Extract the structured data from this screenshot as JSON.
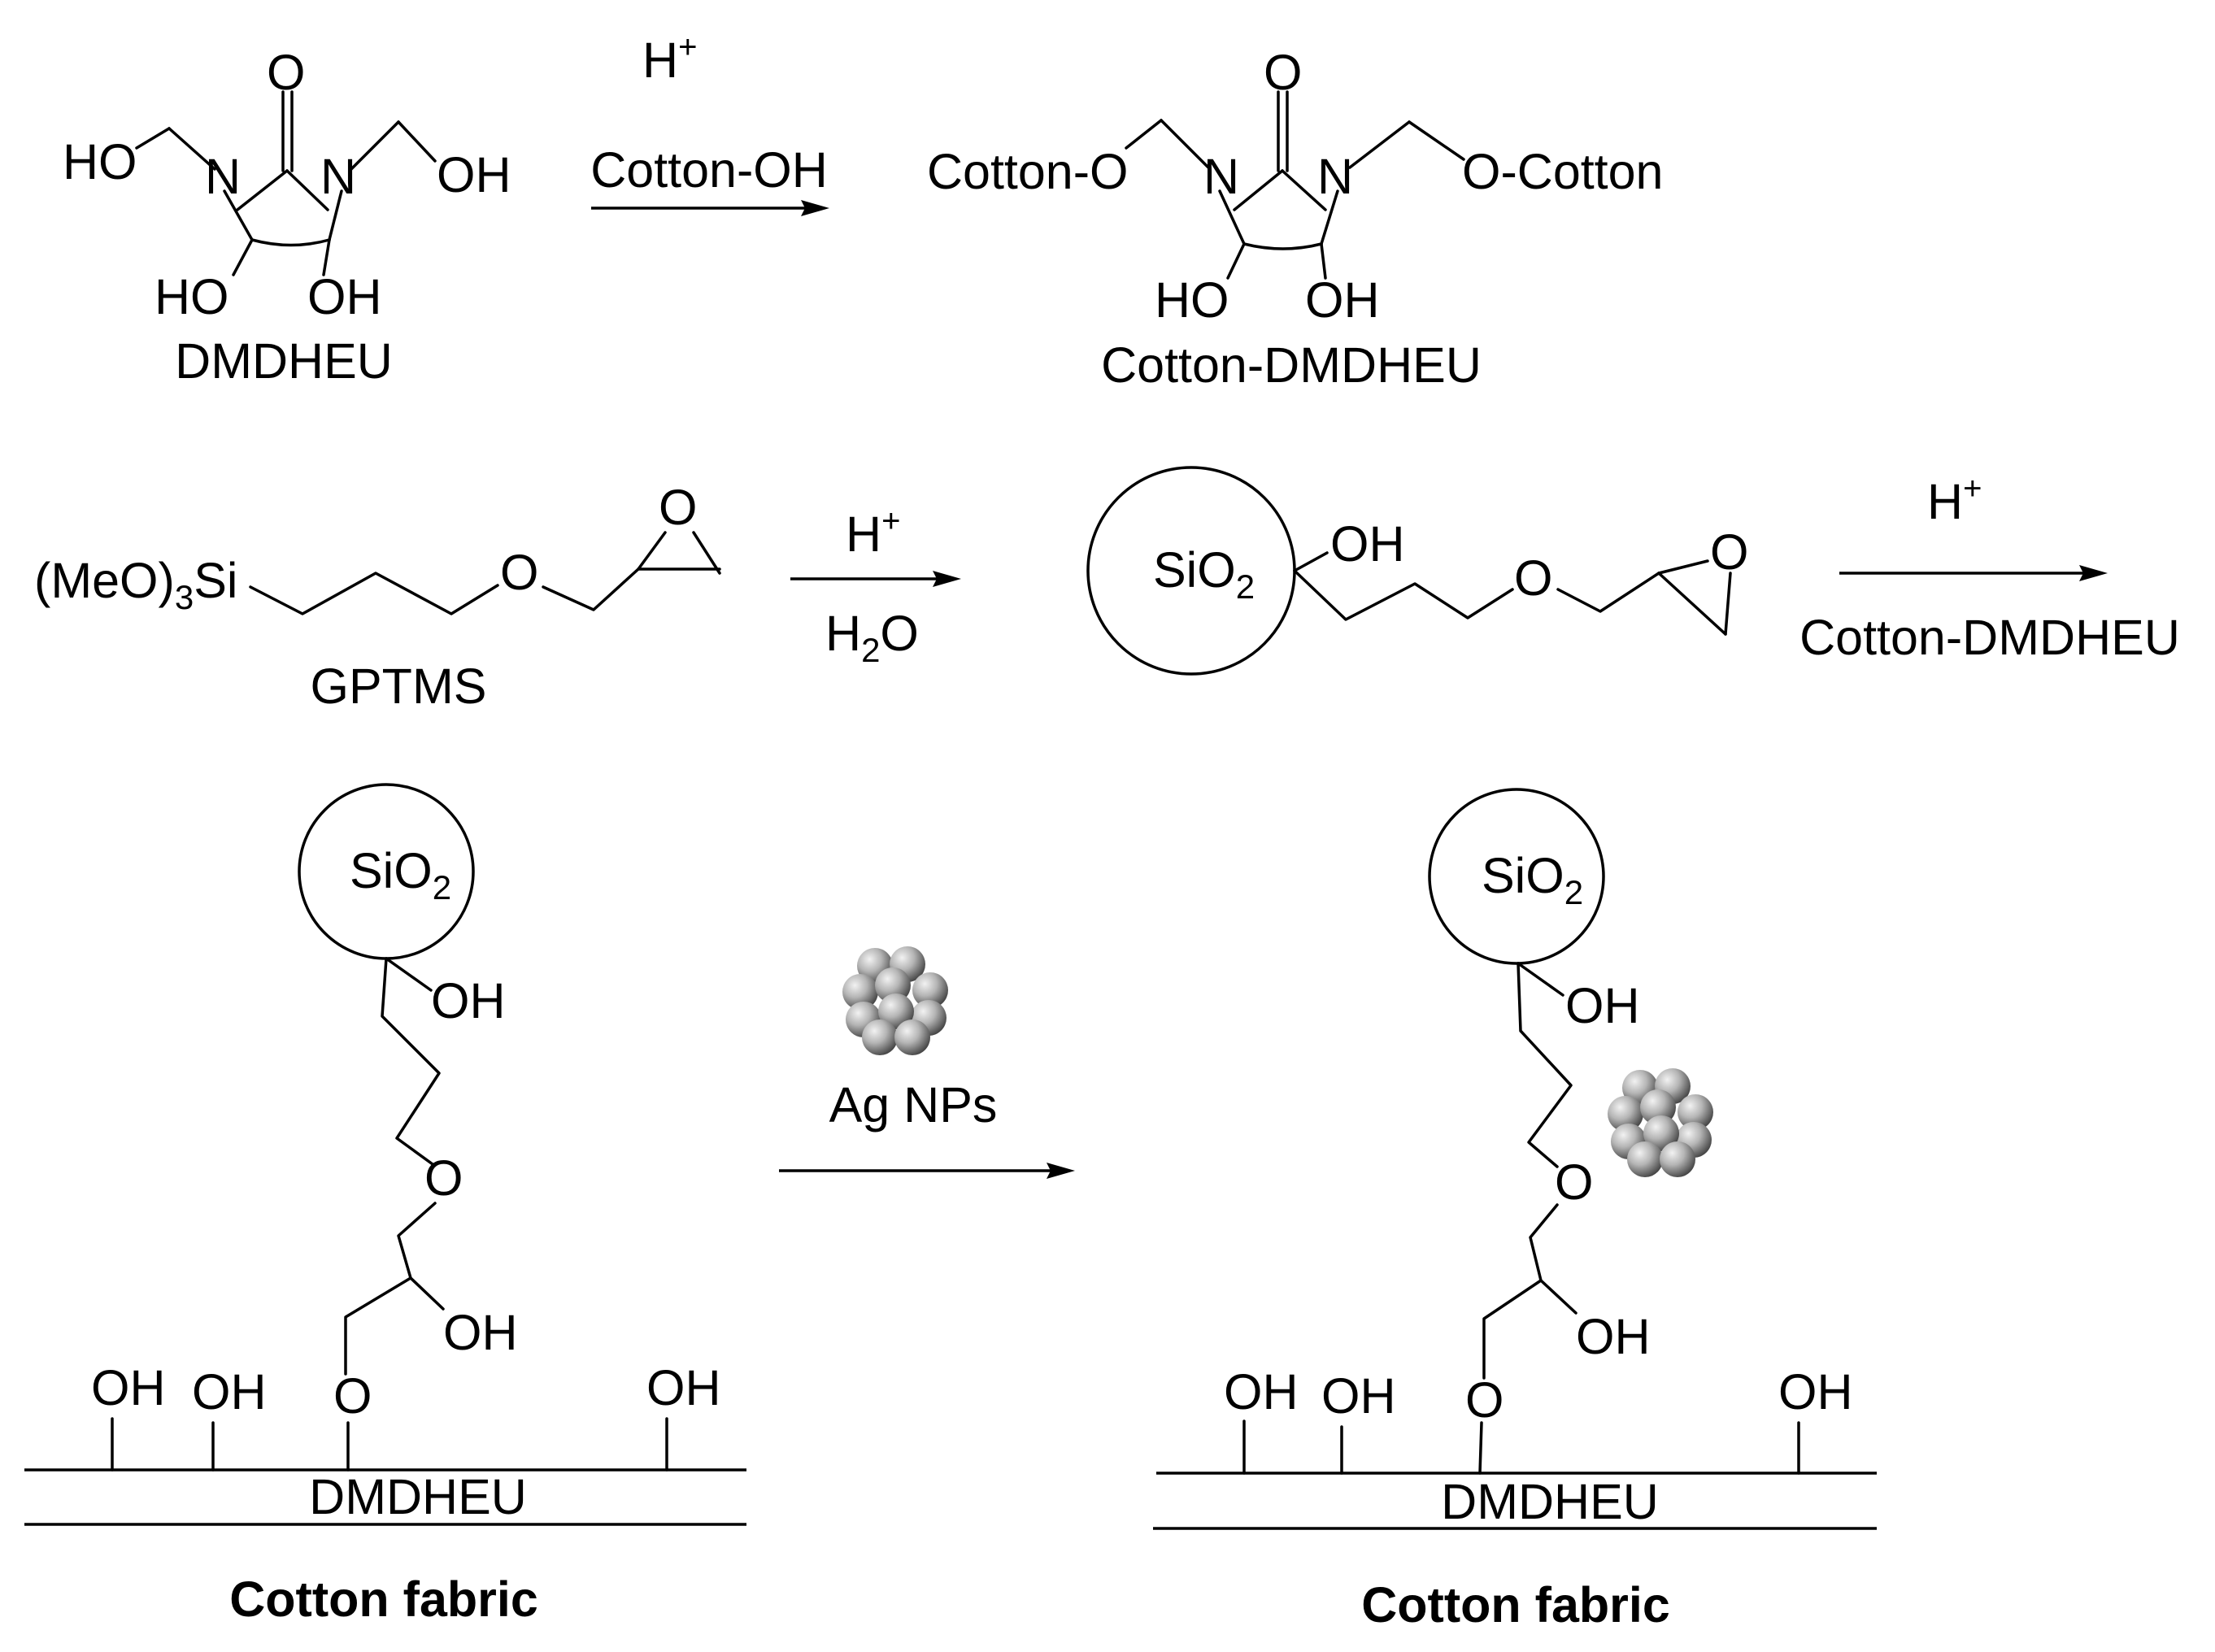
{
  "colors": {
    "ink": "#000000",
    "background": "#ffffff",
    "nanoparticle_light": "#f2f2f2",
    "nanoparticle_dark": "#5a5a5a"
  },
  "row1": {
    "reactant_label": "DMDHEU",
    "catalyst": "H",
    "catalyst_charge": "+",
    "reagent": "Cotton-OH",
    "product_label": "Cotton-DMDHEU",
    "atoms": {
      "oxygen": "O",
      "nitrogen": "N",
      "ho": "HO",
      "oh": "OH",
      "cotton_o_left": "Cotton-O",
      "o_cotton_right": "O-Cotton"
    }
  },
  "row2": {
    "reactant_label": "GPTMS",
    "silane_prefix": "(MeO)",
    "silane_sub": "3",
    "silane_suffix": "Si",
    "epoxide_o": "O",
    "ether_o": "O",
    "step1_top": "H",
    "step1_top_charge": "+",
    "step1_bottom_h": "H",
    "step1_bottom_sub": "2",
    "step1_bottom_o": "O",
    "particle_base": "SiO",
    "particle_sub": "2",
    "oh": "OH",
    "step2_top": "H",
    "step2_top_charge": "+",
    "step2_bottom": "Cotton-DMDHEU"
  },
  "row3": {
    "particle_base": "SiO",
    "particle_sub": "2",
    "oh": "OH",
    "ether_o": "O",
    "layer_label": "DMDHEU",
    "fabric_label": "Cotton fabric",
    "reagent": "Ag NPs"
  }
}
